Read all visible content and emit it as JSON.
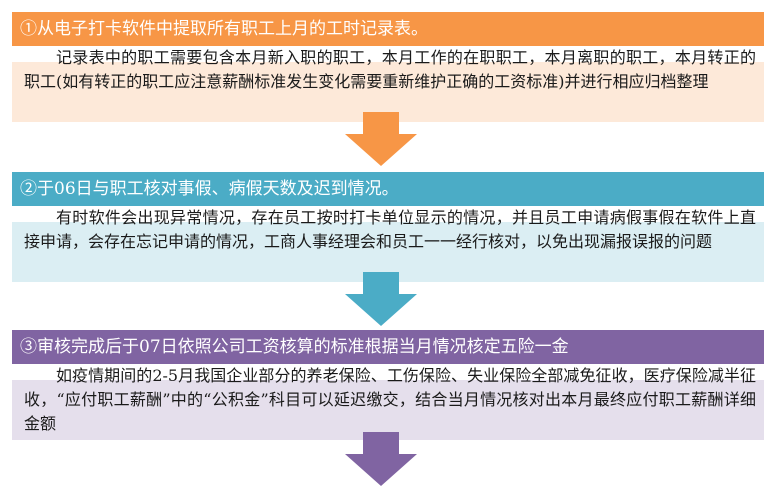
{
  "steps": [
    {
      "header": "①从电子打卡软件中提取所有职工上月的工时记录表。",
      "body": "记录表中的职工需要包含本月新入职的职工，本月工作的在职职工，本月离职的职工，本月转正的职工(如有转正的职工应注意薪酬标准发生变化需要重新维护正确的工资标准)并进行相应归档整理",
      "color": "#f79646",
      "light": "#fde9d9"
    },
    {
      "header": "②于06日与职工核对事假、病假天数及迟到情况。",
      "body": "有时软件会出现异常情况，存在员工按时打卡单位显示的情况，并且员工申请病假事假在软件上直接申请，会存在忘记申请的情况，工商人事经理会和员工一一经行核对，以免出现漏报误报的问题",
      "color": "#4bacc6",
      "light": "#dbeef3"
    },
    {
      "header": "③审核完成后于07日依照公司工资核算的标准根据当月情况核定五险一金",
      "body": "如疫情期间的2-5月我国企业部分的养老保险、工伤保险、失业保险全部减免征收，医疗保险减半征收，“应付职工薪酬”中的“公积金”科目可以延迟缴交，结合当月情况核对出本月最终应付职工薪酬详细金额",
      "color": "#8064a2",
      "light": "#e5dfec"
    }
  ]
}
